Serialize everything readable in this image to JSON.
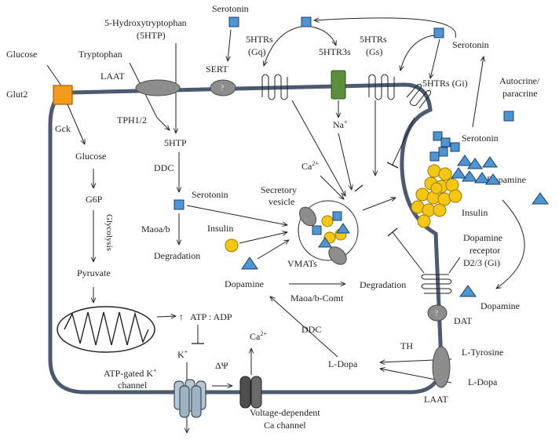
{
  "labels": {
    "glucose_out": "Glucose",
    "glut2": "Glut2",
    "gck": "Gck",
    "glucose_in": "Glucose",
    "g6p": "G6P",
    "glycolysis": "Glycolysis",
    "pyruvate": "Pyruvate",
    "htp5_title": "5-Hydroxytryptophan",
    "htp5_abbr": "(5HTP)",
    "tryptophan": "Tryptophan",
    "laat_top": "LAAT",
    "tph": "TPH1/2",
    "htp5": "5HTP",
    "ddc_top": "DDC",
    "serotonin_in": "Serotonin",
    "maoa": "Maoa/b",
    "degradation_left": "Degradation",
    "insulin_left": "Insulin",
    "dopamine_in": "Dopamine",
    "serotonin_top": "Serotonin",
    "sert": "SERT",
    "unknown": "?",
    "htrs_gq_1": "5HTRs",
    "htrs_gq_2": "(Gq)",
    "htr3s": "5HTR3s",
    "htrs_gs_1": "5HTRs",
    "htrs_gs_2": "(Gs)",
    "htrs_gi": "5HTRs (Gi)",
    "serotonin_right": "Serotonin",
    "autocrine_1": "Autocrine/",
    "autocrine_2": "paracrine",
    "serotonin_granule": "Serotonin",
    "dopamine_right": "Dopamine",
    "insulin_right": "Insulin",
    "na": "Na",
    "na_sup": "+",
    "ca_in": "Ca",
    "ca_in_sup": "2+",
    "secretory_1": "Secretory",
    "secretory_2": "vesicle",
    "vmats": "VMATs",
    "degradation_mid": "Degradation",
    "maoa_comt": "Maoa/b-Comt",
    "d23_1": "Dopamine",
    "d23_2": "receptor",
    "d23_3": "D2/3 (Gi)",
    "dopamine_out": "Dopamine",
    "dat": "DAT",
    "atp_arrow": "↑",
    "atp": "ATP : ADP",
    "k_in": "K",
    "k_sup": "+",
    "atp_channel_1": "ATP-gated K",
    "atp_channel_sup": "+",
    "atp_channel_2": "channel",
    "delta_psi": "ΔΨ",
    "ca_out": "Ca",
    "ca_out_sup": "2+",
    "vdcc_1": "Voltage-dependent",
    "vdcc_2": "Ca channel",
    "ddc_bottom": "DDC",
    "th": "TH",
    "ldopa_in": "L-Dopa",
    "ltyrosine": "L-Tyrosine",
    "ldopa_out": "L-Dopa",
    "laat_bottom": "LAAT"
  },
  "colors": {
    "membrane": "#4b5a70",
    "glut2": "#f29a1a",
    "transporter": "#8d8d8d",
    "htr3": "#5d8e3c",
    "serotonin": "#4f95d2",
    "serotonin_edge": "#1c3f73",
    "insulin": "#f5c715",
    "insulin_edge": "#9a7a00",
    "atp_channel": "#b6c5d1",
    "vdcc": "#4e4e4e",
    "arrow": "#222222"
  },
  "icons": [
    "mitochondrion-icon",
    "serotonin-square-icon",
    "dopamine-triangle-icon",
    "insulin-granule-icon",
    "gpcr-receptor-icon",
    "ion-channel-icon"
  ]
}
